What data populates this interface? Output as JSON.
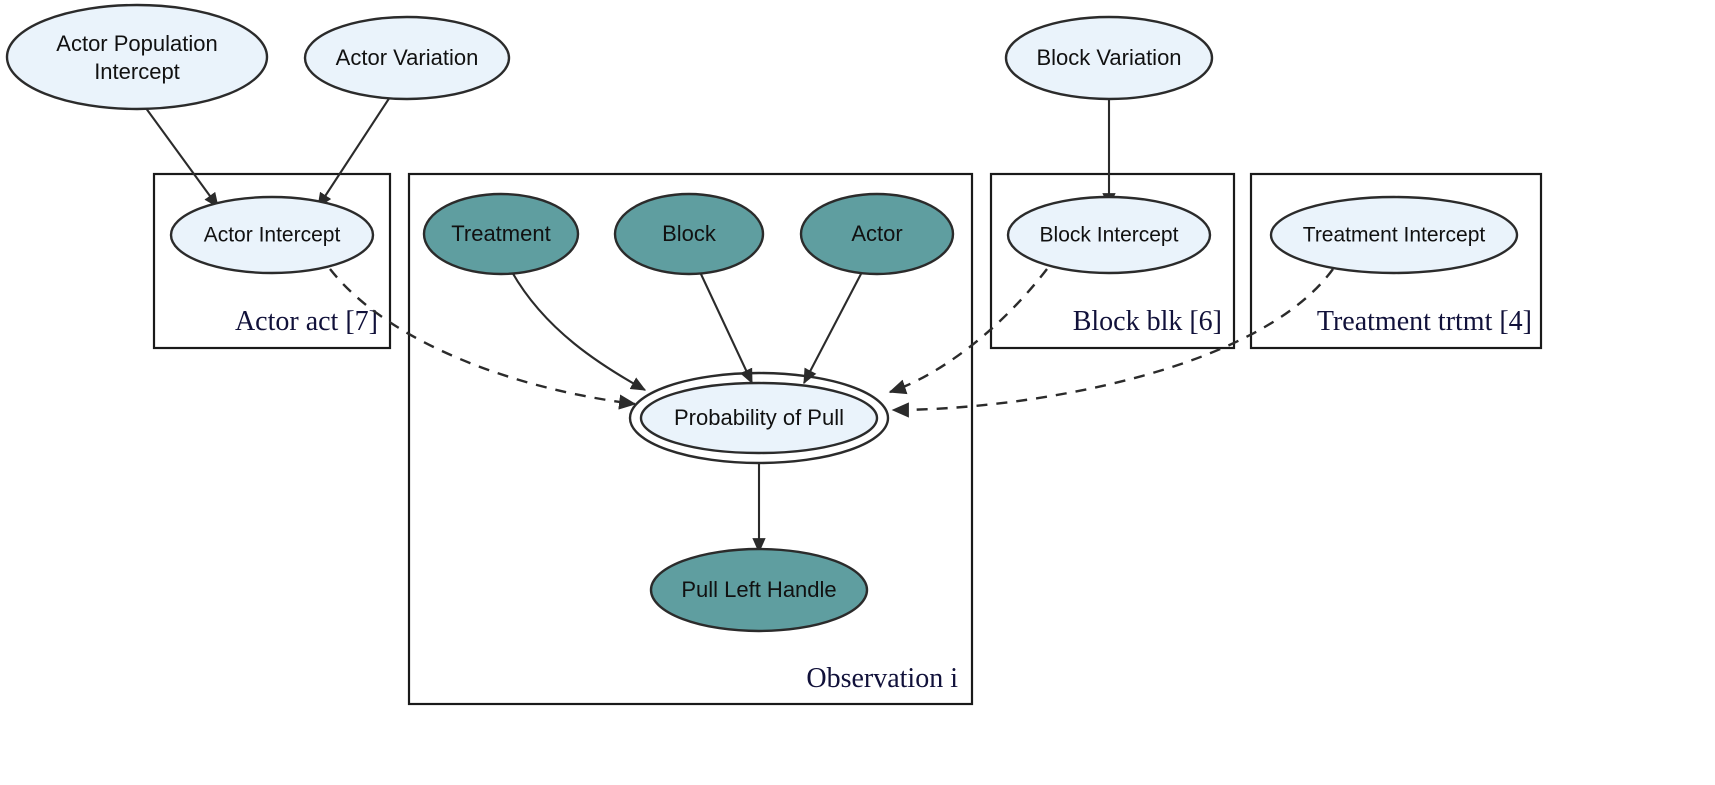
{
  "diagram": {
    "title": "Hierarchical model DAG with plates",
    "colors": {
      "latent_fill": "#eaf3fb",
      "observed_fill": "#5f9ea0",
      "stroke": "#2b2b2b",
      "plate_stroke": "#1a1a1a",
      "label_color": "#11113a",
      "background": "#ffffff"
    }
  },
  "plates": [
    {
      "id": "actor",
      "label": "Actor act [7]"
    },
    {
      "id": "observation",
      "label": "Observation i"
    },
    {
      "id": "block",
      "label": "Block blk [6]"
    },
    {
      "id": "treatment",
      "label": "Treatment trtmt [4]"
    }
  ],
  "nodes": [
    {
      "id": "actor_population_intercept",
      "label_line1": "Actor Population",
      "label_line2": "Intercept",
      "type": "latent"
    },
    {
      "id": "actor_variation",
      "label": "Actor Variation",
      "type": "latent"
    },
    {
      "id": "actor_intercept",
      "label": "Actor Intercept",
      "type": "latent"
    },
    {
      "id": "treatment",
      "label": "Treatment",
      "type": "observed"
    },
    {
      "id": "block",
      "label": "Block",
      "type": "observed"
    },
    {
      "id": "actor",
      "label": "Actor",
      "type": "observed"
    },
    {
      "id": "block_variation",
      "label": "Block Variation",
      "type": "latent"
    },
    {
      "id": "block_intercept",
      "label": "Block Intercept",
      "type": "latent"
    },
    {
      "id": "treatment_intercept",
      "label": "Treatment Intercept",
      "type": "latent"
    },
    {
      "id": "probability_of_pull",
      "label": "Probability of Pull",
      "type": "deterministic"
    },
    {
      "id": "pull_left_handle",
      "label": "Pull Left Handle",
      "type": "observed"
    }
  ],
  "edges": [
    {
      "from": "actor_population_intercept",
      "to": "actor_intercept",
      "style": "solid"
    },
    {
      "from": "actor_variation",
      "to": "actor_intercept",
      "style": "solid"
    },
    {
      "from": "block_variation",
      "to": "block_intercept",
      "style": "solid"
    },
    {
      "from": "treatment",
      "to": "probability_of_pull",
      "style": "solid"
    },
    {
      "from": "block",
      "to": "probability_of_pull",
      "style": "solid"
    },
    {
      "from": "actor",
      "to": "probability_of_pull",
      "style": "solid"
    },
    {
      "from": "actor_intercept",
      "to": "probability_of_pull",
      "style": "dashed"
    },
    {
      "from": "block_intercept",
      "to": "probability_of_pull",
      "style": "dashed"
    },
    {
      "from": "treatment_intercept",
      "to": "probability_of_pull",
      "style": "dashed"
    },
    {
      "from": "probability_of_pull",
      "to": "pull_left_handle",
      "style": "solid"
    }
  ]
}
